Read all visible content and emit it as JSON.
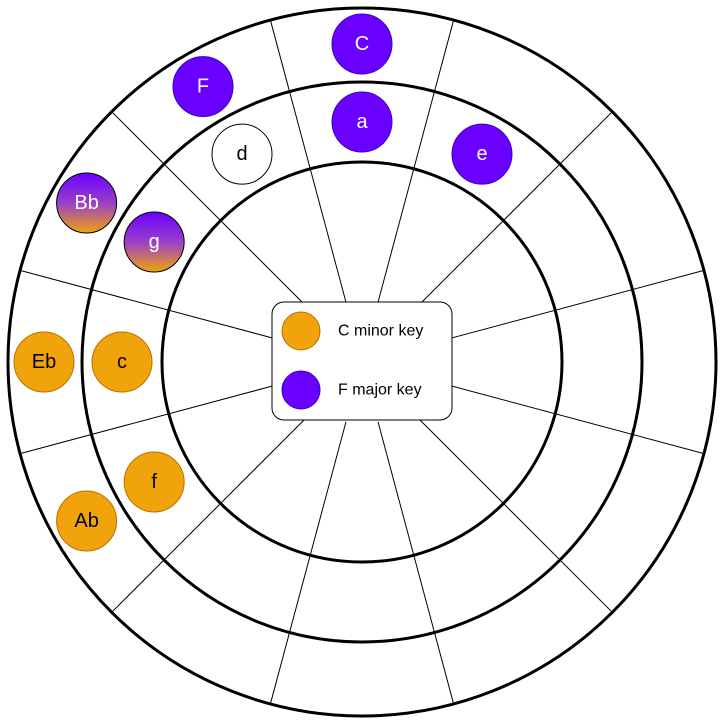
{
  "colors": {
    "minor_key": "#F0A30A",
    "major_key": "#6A00FF",
    "minor_key_stroke": "#BD7000",
    "major_key_stroke": "#3700CC",
    "neutral_fill": "#FFFFFF",
    "neutral_stroke": "#000000",
    "white_text": "#FFFFFF",
    "dark_text": "#000000"
  },
  "wheel": {
    "segment_count": 12,
    "notes": [
      {
        "label": "C",
        "ring": "outer",
        "segment": 0,
        "fill": "major"
      },
      {
        "label": "F",
        "ring": "outer",
        "segment": 11,
        "fill": "major"
      },
      {
        "label": "Bb",
        "ring": "outer",
        "segment": 10,
        "fill": "gradient"
      },
      {
        "label": "Eb",
        "ring": "outer",
        "segment": 9,
        "fill": "minor"
      },
      {
        "label": "Ab",
        "ring": "outer",
        "segment": 8,
        "fill": "minor"
      },
      {
        "label": "a",
        "ring": "middle",
        "segment": 0,
        "fill": "major"
      },
      {
        "label": "e",
        "ring": "middle",
        "segment": 1,
        "fill": "major"
      },
      {
        "label": "d",
        "ring": "middle",
        "segment": 11,
        "fill": "neutral"
      },
      {
        "label": "g",
        "ring": "middle",
        "segment": 10,
        "fill": "gradient"
      },
      {
        "label": "c",
        "ring": "middle",
        "segment": 9,
        "fill": "minor"
      },
      {
        "label": "f",
        "ring": "middle",
        "segment": 8,
        "fill": "minor"
      }
    ]
  },
  "legend": {
    "items": [
      {
        "label": "C minor key",
        "fill": "minor"
      },
      {
        "label": "F major key",
        "fill": "major"
      }
    ]
  }
}
